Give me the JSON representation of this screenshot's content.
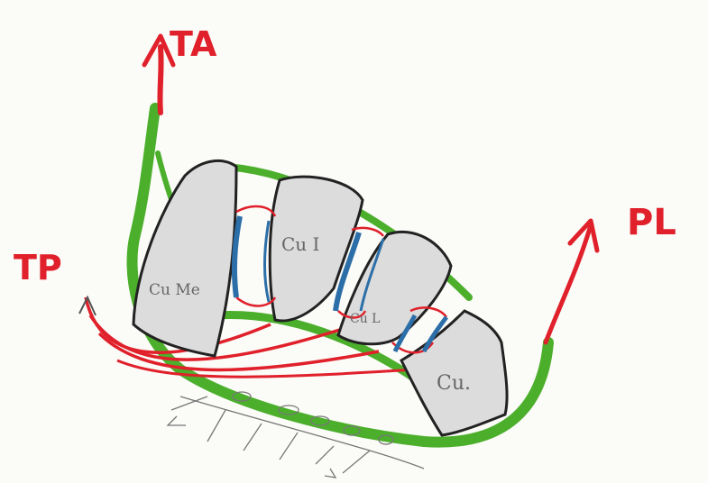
{
  "labels": {
    "ta": "TA",
    "tp": "TP",
    "pl": "PL",
    "cune_me": "Cu Me",
    "cune_i": "Cu I",
    "cune_l": "Cu L",
    "cuboid": "Cu."
  },
  "colors": {
    "tendon_red": "#e0202a",
    "tendon_green": "#4caf2c",
    "ligament_blue": "#2c6fa8",
    "bone_fill": "#dcdcdc",
    "bone_outline": "#222222",
    "pencil": "#777777"
  }
}
